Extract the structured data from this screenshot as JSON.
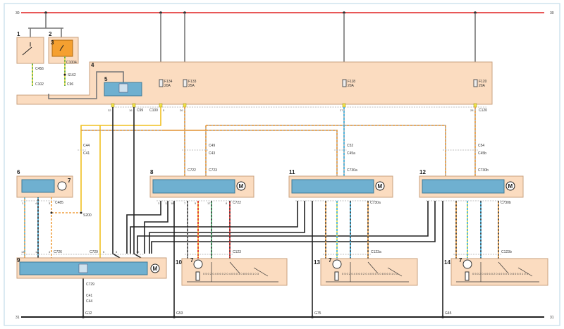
{
  "rails": {
    "supply": "30",
    "ground": "31"
  },
  "colors": {
    "supply": "#e02020",
    "ground": "#222222",
    "module_fill": "#fbdcc0",
    "ecu_fill": "#6fb0d0",
    "terminal": "#f1e34a"
  },
  "components": {
    "c1": "1",
    "c2": "2",
    "c3": "3",
    "c4": "4",
    "c5": "5",
    "c6": "6",
    "c7a": "7",
    "c8": "8",
    "c9": "9",
    "c10": "10",
    "c7b": "7",
    "c11": "11",
    "c12": "12",
    "c13": "13",
    "c7c": "7",
    "c14": "14",
    "c7d": "7"
  },
  "fuses": [
    {
      "id": "F134",
      "rating": "20A"
    },
    {
      "id": "F133",
      "rating": "25A"
    },
    {
      "id": "F118",
      "rating": "20A"
    },
    {
      "id": "F120",
      "rating": "20A"
    }
  ],
  "connectors": {
    "c456": "C456",
    "c102": "C102",
    "c1004": "C1004",
    "s162": "S162",
    "c96": "C96",
    "c100": "C100",
    "c99": "C99",
    "c120": "C120",
    "c44": "C44",
    "c41": "C41",
    "c49": "C49",
    "c43": "C43",
    "c52": "C52",
    "c45a": "C45a",
    "c54": "C54",
    "c45b": "C45b",
    "c722": "C722",
    "c723": "C723",
    "c730a": "C730a",
    "c730b": "C730b",
    "c485": "C485",
    "s200": "S200",
    "c722b": "C722",
    "c730a2": "C730a",
    "c730b2": "C730b",
    "c726": "C726",
    "c729": "C729",
    "c123": "C123",
    "c123a": "C123a",
    "c123b": "C123b",
    "c729b": "C729",
    "c41b": "C41",
    "c44b": "C44"
  },
  "grounds": {
    "g12": "G12",
    "g53": "G53",
    "g75": "G75",
    "g45": "G45"
  },
  "pins": {
    "c100": [
      "32",
      "16",
      "5",
      "26",
      "27",
      "28"
    ],
    "module_bottom": [
      "3",
      "12",
      "18",
      "7",
      "5",
      "17",
      "8"
    ],
    "c485": [
      "1",
      "4",
      "3"
    ],
    "c726": [
      "13",
      "12",
      "4"
    ],
    "c729": [
      "6",
      "3",
      "12"
    ],
    "switch": [
      "4",
      "1",
      "3",
      "2"
    ],
    "switch_contacts": "0 5 0 2 0 4   0 6 0 2 0 4   0 5 0 1 0 8   0 6 0 1 0 3"
  },
  "motor_label": "M"
}
